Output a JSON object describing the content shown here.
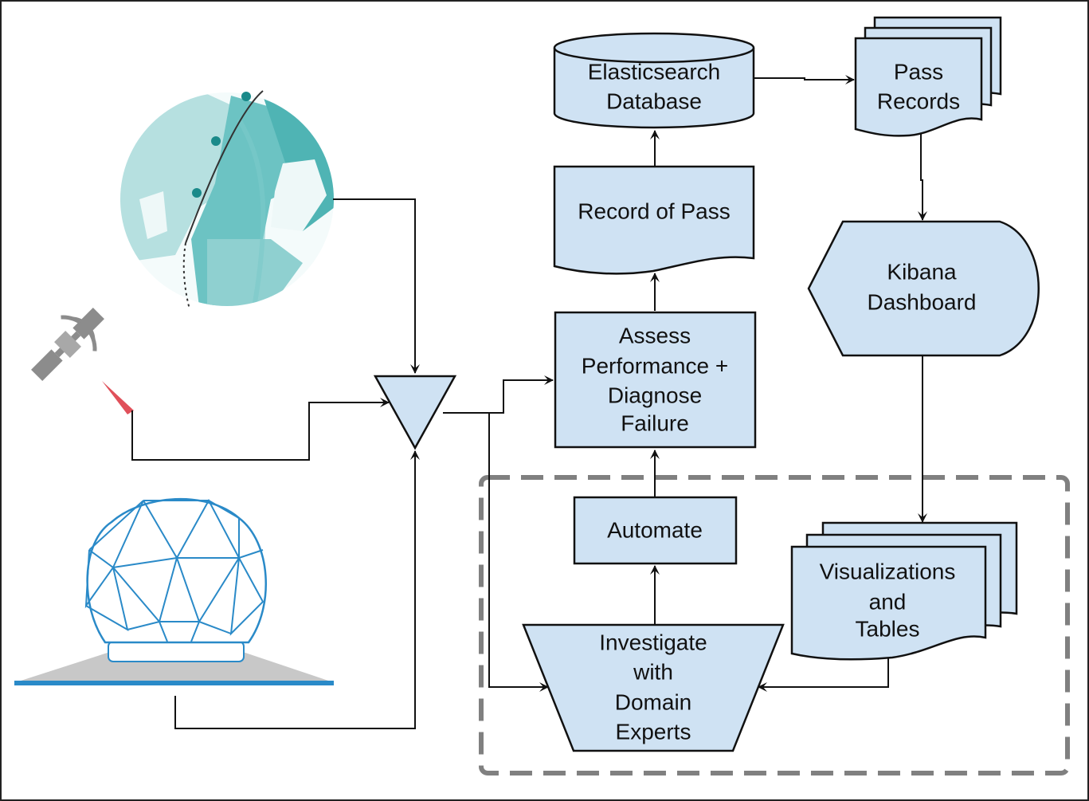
{
  "nodes": {
    "elasticsearch_db": {
      "line1": "Elasticsearch",
      "line2": "Database"
    },
    "pass_records": {
      "line1": "Pass",
      "line2": "Records"
    },
    "record_of_pass": {
      "label": "Record of Pass"
    },
    "kibana_dashboard": {
      "line1": "Kibana",
      "line2": "Dashboard"
    },
    "assess": {
      "line1": "Assess",
      "line2": "Performance +",
      "line3": "Diagnose",
      "line4": "Failure"
    },
    "automate": {
      "label": "Automate"
    },
    "visualizations": {
      "line1": "Visualizations",
      "line2": "and",
      "line3": "Tables"
    },
    "investigate": {
      "line1": "Investigate",
      "line2": "with",
      "line3": "Domain",
      "line4": "Experts"
    }
  },
  "colors": {
    "box_fill": "#cfe2f3",
    "box_stroke": "#111111",
    "dashed_border": "#808080",
    "globe_teal": "#5fbcbc",
    "globe_light": "#b6e0e0",
    "radome_blue": "#2a8ac8",
    "satellite_gray": "#8c8c8c",
    "signal_red": "#e0505a"
  },
  "icons": {
    "globe": "earth-orbit-icon",
    "satellite": "satellite-icon",
    "ground_station": "radome-ground-station-icon",
    "merge": "merge-triangle-icon"
  }
}
